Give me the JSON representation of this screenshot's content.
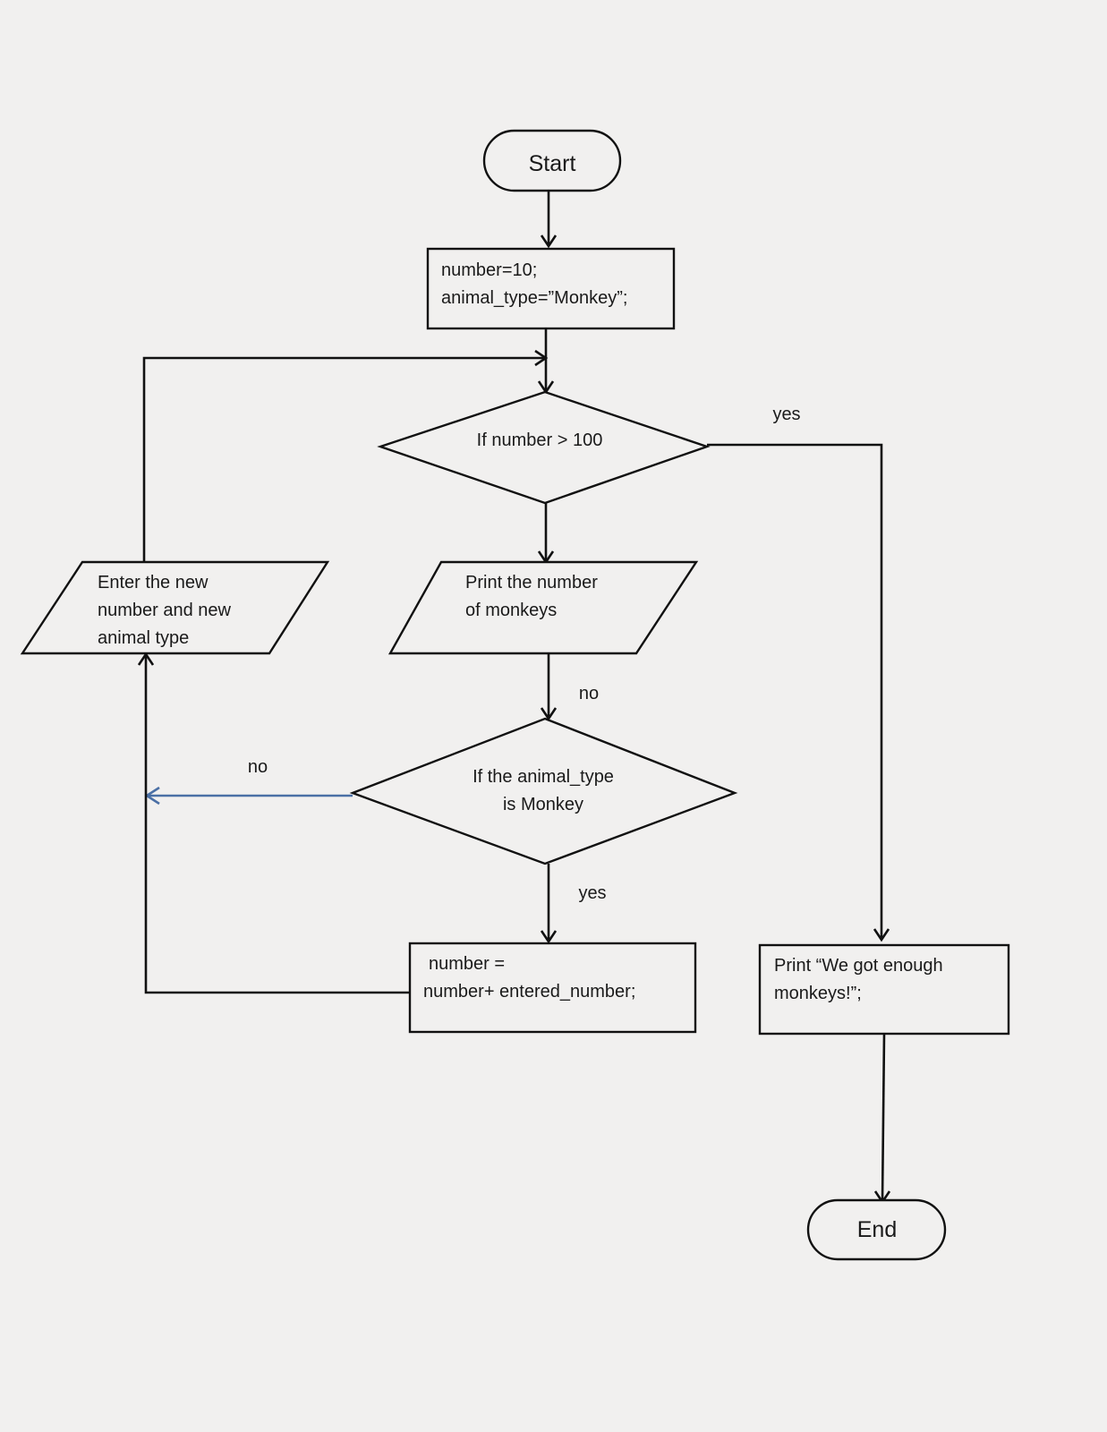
{
  "flowchart": {
    "start_label": "Start",
    "init_box": {
      "line1": "number=10;",
      "line2": "animal_type=”Monkey”;"
    },
    "decision_number": {
      "text": "If number > 100"
    },
    "print_monkeys": {
      "line1": "Print the number",
      "line2": "of monkeys"
    },
    "enter_new": {
      "line1": "Enter the new",
      "line2": "number and new",
      "line3": "animal type"
    },
    "decision_animal": {
      "line1": "If  the animal_type",
      "line2": "is Monkey"
    },
    "update_box": {
      "line1": "number =",
      "line2": "number+ entered_number;"
    },
    "print_enough": {
      "line1": "Print “We got enough",
      "line2": "monkeys!”;"
    },
    "end_label": "End",
    "labels": {
      "yes_top": "yes",
      "no_middle": "no",
      "no_left": "no",
      "yes_bottom": "yes"
    }
  },
  "colors": {
    "background": "#f1f0ef",
    "stroke": "#111111",
    "blue_arrow": "#4a6fa5"
  }
}
